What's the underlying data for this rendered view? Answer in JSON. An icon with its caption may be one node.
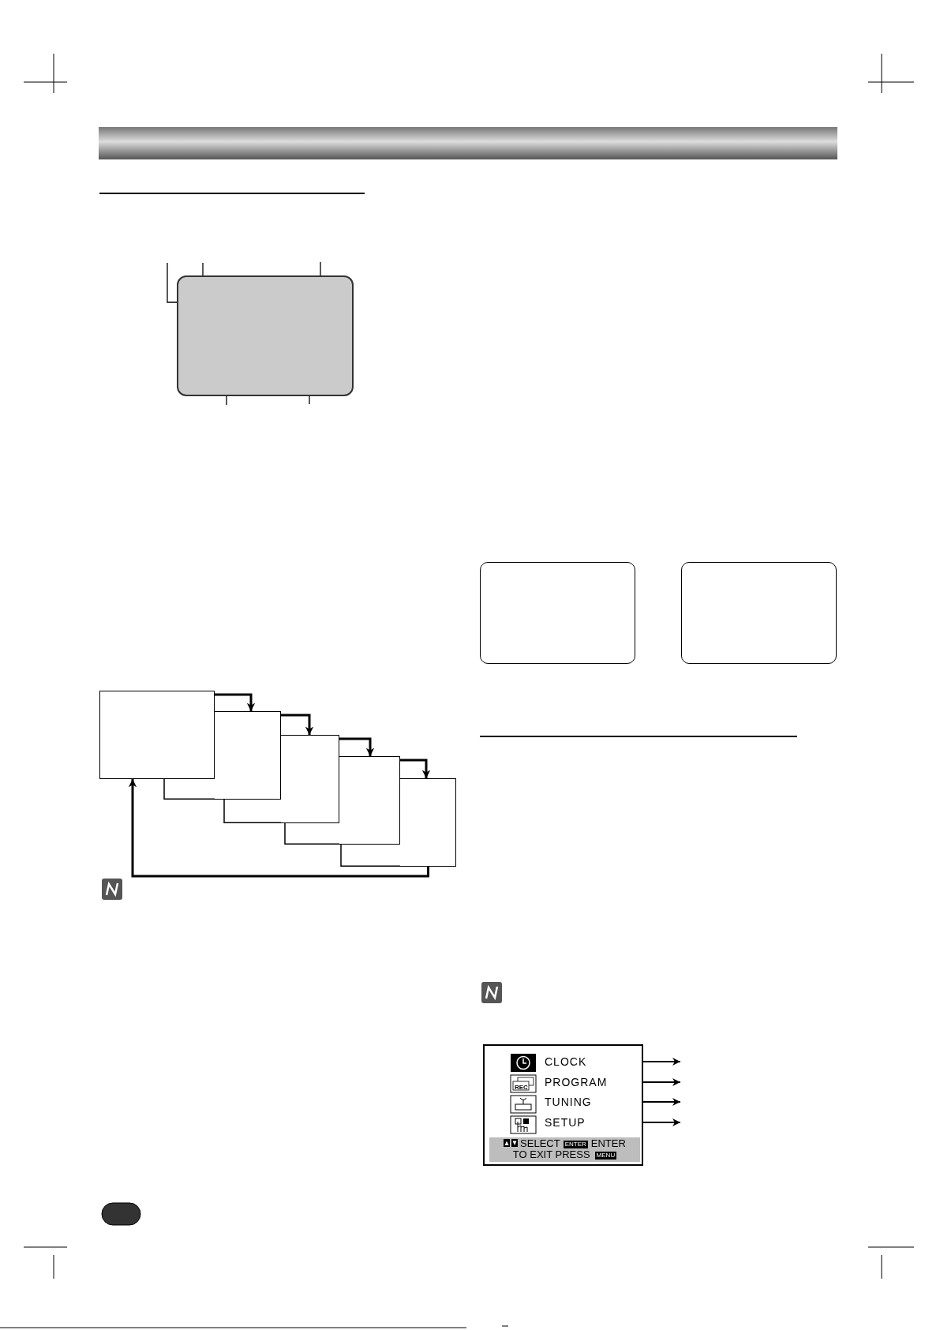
{
  "diagram": {
    "nodes": [
      {
        "text": [],
        "shape": "box"
      },
      {
        "text": [],
        "shape": "box"
      },
      {
        "text": [],
        "shape": "box"
      },
      {
        "text": [],
        "shape": "box"
      },
      {
        "text": [],
        "shape": "box"
      },
      {
        "text": [],
        "shape": "box"
      },
      {
        "text": [],
        "shape": "box"
      },
      {
        "text": [],
        "shape": "box"
      },
      {
        "text": [],
        "shape": "box"
      },
      {
        "text": [
          "CLOCK"
        ],
        "in": 8
      },
      {
        "text": [
          "PROGRAM"
        ],
        "in": 8
      },
      {
        "text": [
          "TUNING"
        ],
        "in": 8
      },
      {
        "text": [
          "SETUP"
        ],
        "in": 8
      },
      {
        "text": [],
        "shape": "bar"
      }
    ],
    "edges": [
      {
        "from": null,
        "to": 0,
        "arrow": "none"
      },
      {
        "from": null,
        "to": 0,
        "arrow": "none"
      },
      {
        "from": null,
        "to": 0,
        "arrow": "none"
      },
      {
        "from": null,
        "to": 0,
        "arrow": "none"
      },
      {
        "from": null,
        "to": 0,
        "arrow": "none"
      },
      {
        "from": 3,
        "to": 4,
        "arrow": "to"
      },
      {
        "from": 4,
        "to": 5,
        "arrow": "to"
      },
      {
        "from": 5,
        "to": 6,
        "arrow": "to"
      },
      {
        "from": 6,
        "to": 7,
        "arrow": "to"
      },
      {
        "from": 7,
        "to": 3,
        "arrow": "to"
      },
      {
        "from": 9,
        "to": null,
        "arrow": "to"
      },
      {
        "from": 10,
        "to": null,
        "arrow": "to"
      },
      {
        "from": 11,
        "to": null,
        "arrow": "to"
      },
      {
        "from": 12,
        "to": null,
        "arrow": "to"
      }
    ],
    "labels": [
      "REC",
      "SELECT",
      "ENTER",
      "ENTER",
      "TO EXIT PRESS",
      "MENU"
    ]
  }
}
